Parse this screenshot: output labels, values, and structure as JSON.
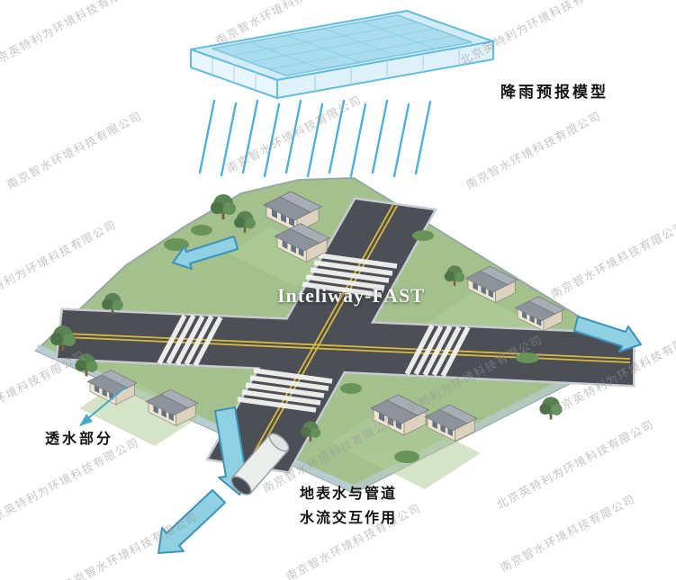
{
  "labels": {
    "rain_model": "降雨预报模型",
    "brand": "Inteliway-FAST",
    "permeable": "透水部分",
    "interaction_1": "地表水与管道",
    "interaction_2": "水流交互作用"
  },
  "watermarks": {
    "beijing": "北京英特利为环境科技有限公司",
    "nanjing": "南京智水环境科技有限公司"
  },
  "colors": {
    "rain": "#3fa8d4",
    "basin_water": "#a9dcef",
    "basin_outline": "#64bcdc",
    "grass": "#a3c08d",
    "road": "#4c4f55",
    "lane_line": "#d9ba3e",
    "crosswalk": "#f4f4f2",
    "arrow_fill": "#8fd0e2",
    "arrow_stroke": "#3e92b8",
    "label_text": "#141414",
    "watermark_gray": "#c7c7c7"
  }
}
